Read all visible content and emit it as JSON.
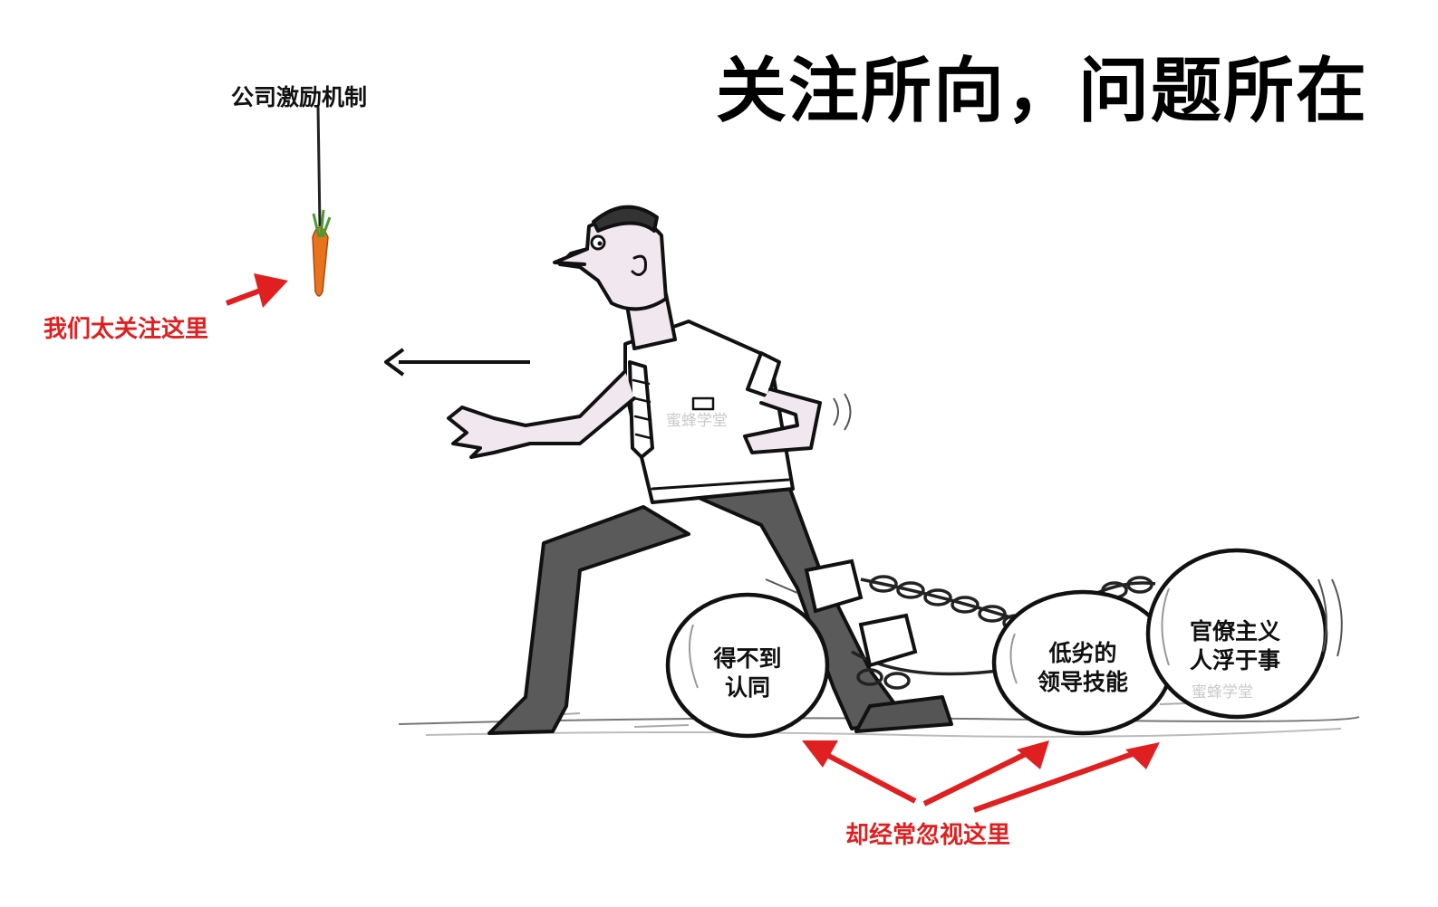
{
  "title": "关注所向，问题所在",
  "carrot_label": "公司激励机制",
  "focus_label": "我们太关注这里",
  "ignored_label": "却经常忽视这里",
  "balls": [
    {
      "line1": "得不到",
      "line2": "认同"
    },
    {
      "line1": "低劣的",
      "line2": "领导技能"
    },
    {
      "line1": "官僚主义",
      "line2": "人浮于事"
    }
  ],
  "watermark": "蜜蜂学堂",
  "colors": {
    "accent_red": "#e02020",
    "ink": "#111111",
    "pants": "#5a5a5a",
    "carrot": "#e8731c",
    "leaf": "#4a9a32"
  },
  "icons": [
    "carrot-icon",
    "arrow-left-icon",
    "ball-and-chain-icon",
    "man-figure-icon"
  ]
}
